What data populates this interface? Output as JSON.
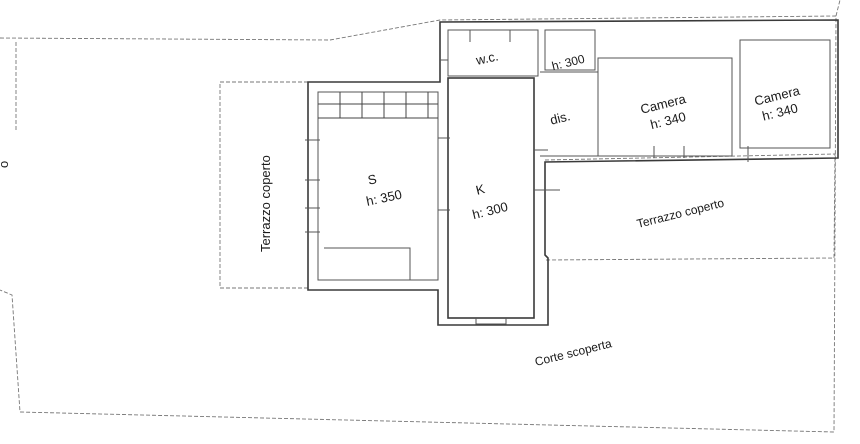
{
  "labels": {
    "wc": "w.c.",
    "h300_top": "h: 300",
    "dis": "dis.",
    "camera1_name": "Camera",
    "camera1_h": "h: 340",
    "camera2_name": "Camera",
    "camera2_h": "h: 340",
    "s_name": "S",
    "s_h": "h: 350",
    "k_name": "K",
    "k_h": "h: 300",
    "terrazzo_left": "Terrazzo coperto",
    "terrazzo_right": "Terrazzo coperto",
    "corte": "Corte scoperta",
    "edge_mark": "o"
  },
  "colors": {
    "ink": "#1a1a1a",
    "wall": "#3a3a3a"
  }
}
